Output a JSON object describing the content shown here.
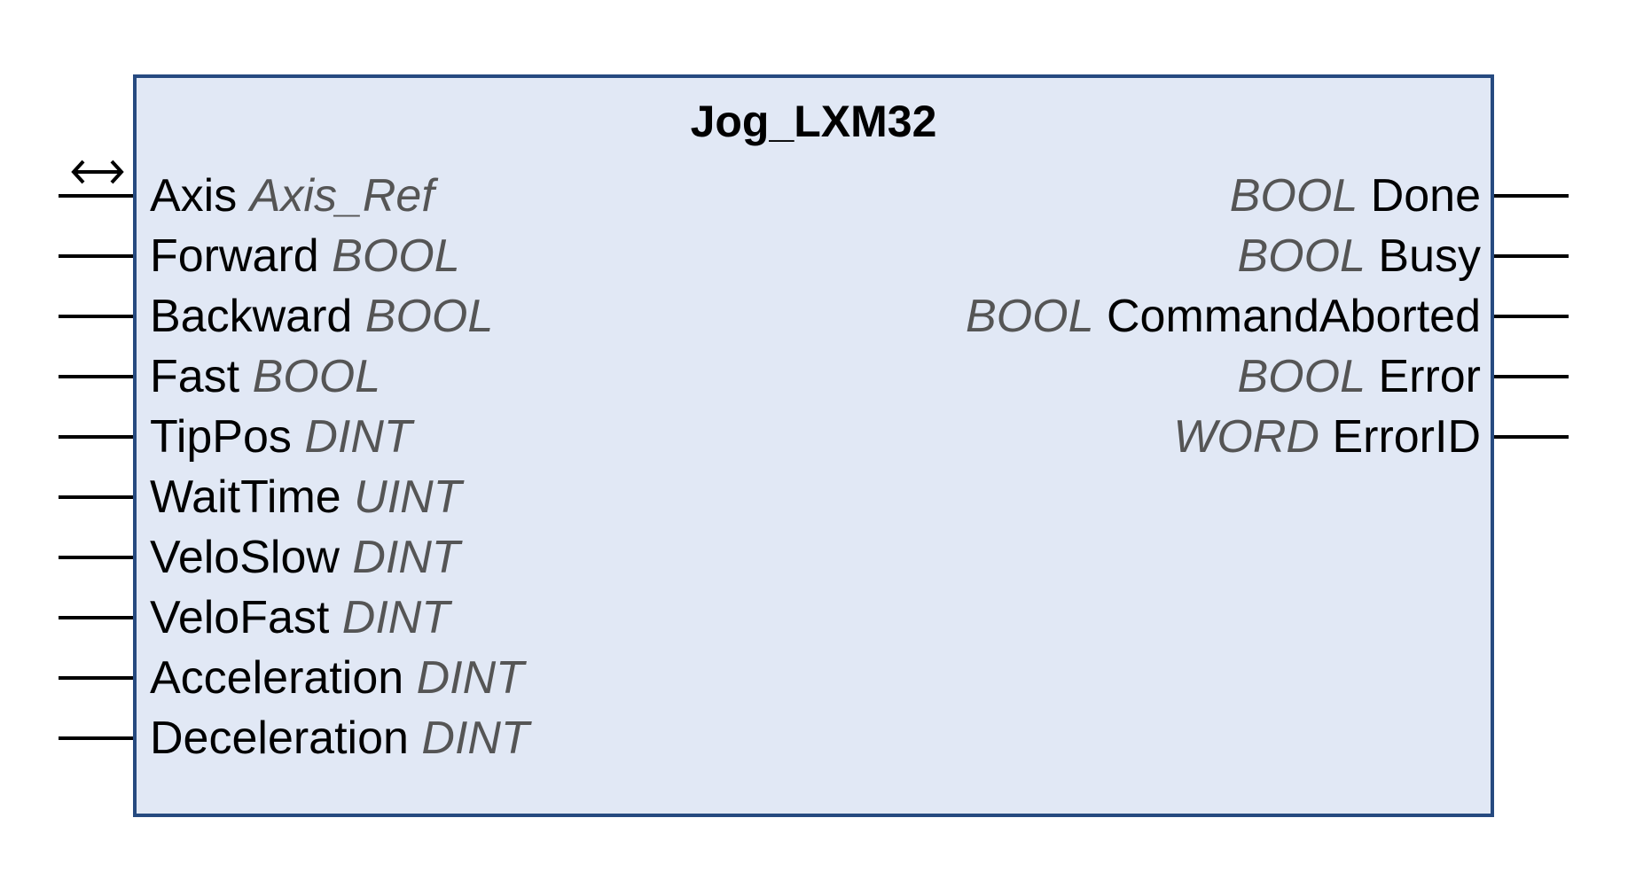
{
  "function_block": {
    "title": "Jog_LXM32",
    "colors": {
      "fill": "#E1E8F5",
      "border": "#264A80",
      "type_text": "#555555",
      "name_text": "#000000"
    },
    "inputs": [
      {
        "name": "Axis",
        "type": "Axis_Ref",
        "inout": true
      },
      {
        "name": "Forward",
        "type": "BOOL"
      },
      {
        "name": "Backward",
        "type": "BOOL"
      },
      {
        "name": "Fast",
        "type": "BOOL"
      },
      {
        "name": "TipPos",
        "type": "DINT"
      },
      {
        "name": "WaitTime",
        "type": "UINT"
      },
      {
        "name": "VeloSlow",
        "type": "DINT"
      },
      {
        "name": "VeloFast",
        "type": "DINT"
      },
      {
        "name": "Acceleration",
        "type": "DINT"
      },
      {
        "name": "Deceleration",
        "type": "DINT"
      }
    ],
    "outputs": [
      {
        "name": "Done",
        "type": "BOOL"
      },
      {
        "name": "Busy",
        "type": "BOOL"
      },
      {
        "name": "CommandAborted",
        "type": "BOOL"
      },
      {
        "name": "Error",
        "type": "BOOL"
      },
      {
        "name": "ErrorID",
        "type": "WORD"
      }
    ],
    "inout_icon": "double-arrow-icon"
  }
}
